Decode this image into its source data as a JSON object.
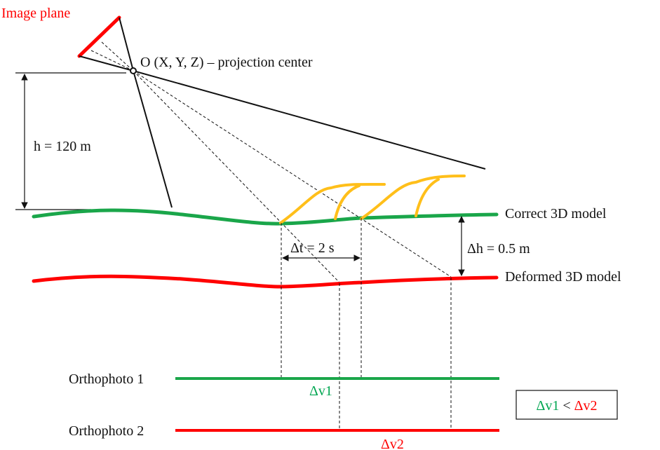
{
  "colors": {
    "ink": "#111111",
    "red": "#ff0000",
    "green": "#1aa64a",
    "wave": "#ffbf1a"
  },
  "labels": {
    "image_plane": "Image plane",
    "projection_center": "O (X, Y, Z) – projection center",
    "height": "h = 120 m",
    "correct_model": "Correct 3D model",
    "deformed_model": "Deformed 3D model",
    "delta_t": "Δt = 2 s",
    "delta_h": "Δh = 0.5 m",
    "ortho1": "Orthophoto 1",
    "ortho2": "Orthophoto 2",
    "dv1": "Δv1",
    "dv2": "Δv2"
  },
  "legend": {
    "left": "Δv1",
    "op": " < ",
    "right": "Δv2"
  }
}
